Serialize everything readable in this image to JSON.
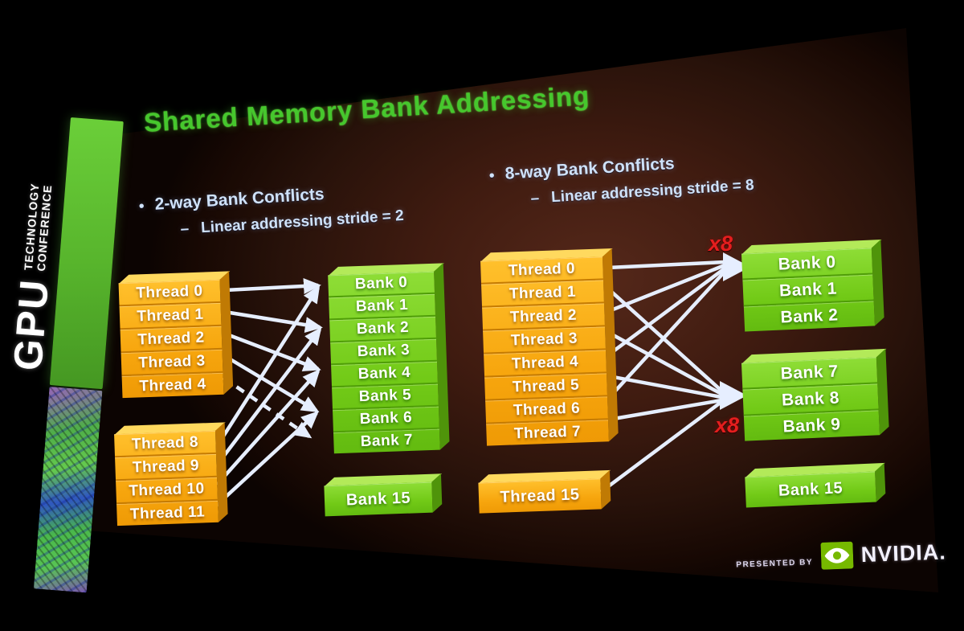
{
  "slide": {
    "title": "Shared Memory Bank Addressing",
    "sections": [
      {
        "bullet": "•",
        "heading": "2-way Bank Conflicts",
        "dash": "–",
        "sub": "Linear addressing stride = 2"
      },
      {
        "bullet": "•",
        "heading": "8-way Bank Conflicts",
        "dash": "–",
        "sub": "Linear addressing stride = 8"
      }
    ]
  },
  "left_diagram": {
    "threads_a": [
      "Thread 0",
      "Thread 1",
      "Thread 2",
      "Thread 3",
      "Thread 4"
    ],
    "threads_b": [
      "Thread 8",
      "Thread 9",
      "Thread 10",
      "Thread 11"
    ],
    "banks": [
      "Bank 0",
      "Bank 1",
      "Bank 2",
      "Bank 3",
      "Bank 4",
      "Bank 5",
      "Bank 6",
      "Bank 7"
    ],
    "bank15": "Bank 15"
  },
  "right_diagram": {
    "threads": [
      "Thread 0",
      "Thread 1",
      "Thread 2",
      "Thread 3",
      "Thread 4",
      "Thread 5",
      "Thread 6",
      "Thread 7"
    ],
    "banks_top": [
      "Bank 0",
      "Bank 1",
      "Bank 2"
    ],
    "banks_bottom": [
      "Bank 7",
      "Bank 8",
      "Bank 9"
    ],
    "thread15": "Thread 15",
    "bank15": "Bank 15",
    "multiplier_top": "x8",
    "multiplier_bottom": "x8"
  },
  "banner": {
    "brand": "GPU",
    "line1": "TECHNOLOGY",
    "line2": "CONFERENCE"
  },
  "footer": {
    "presented_by": "PRESENTED BY",
    "brand": "NVIDIA."
  },
  "colors": {
    "title_green": "#46c72d",
    "thread_orange": "#f7a60e",
    "bank_green": "#72ca17",
    "arrow": "#e6eeff",
    "conflict_red": "#e41e1e",
    "nvidia_green": "#76b900",
    "banner_green": "#57b42c",
    "body_text": "#cfe2fa"
  }
}
